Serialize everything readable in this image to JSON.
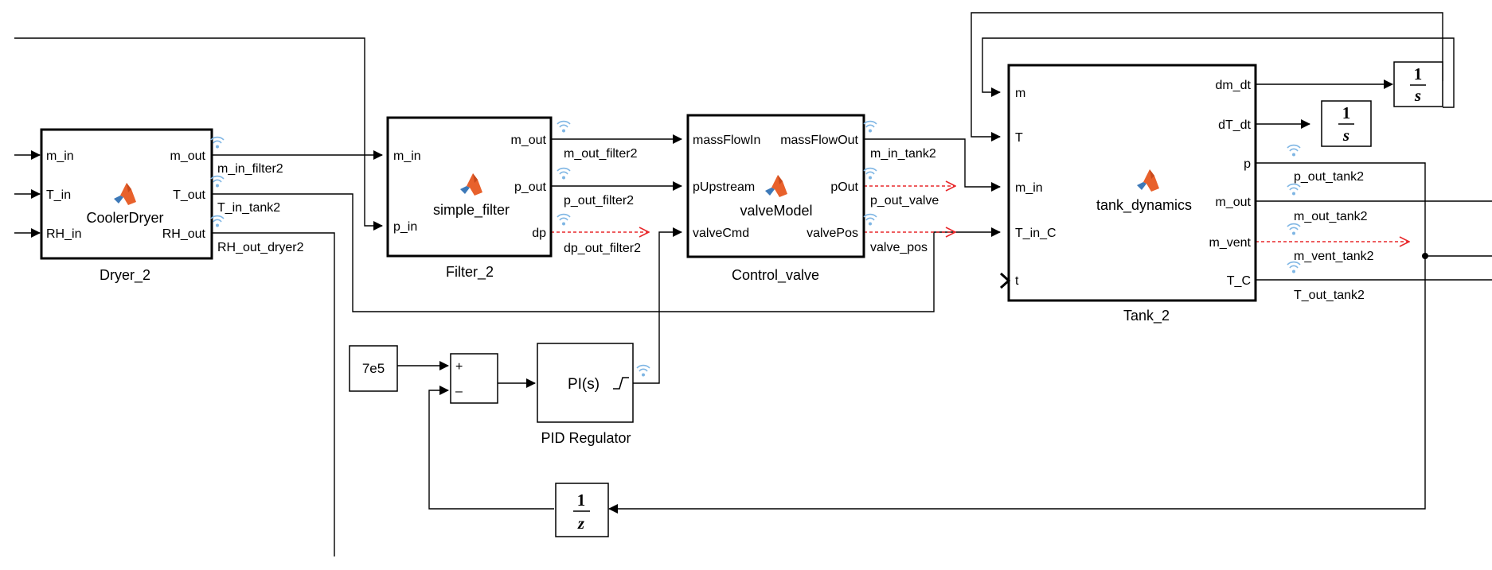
{
  "blocks": {
    "dryer": {
      "name": "Dryer_2",
      "func": "CoolerDryer",
      "inputs": [
        "m_in",
        "T_in",
        "RH_in"
      ],
      "outputs": [
        "m_out",
        "T_out",
        "RH_out"
      ]
    },
    "filter": {
      "name": "Filter_2",
      "func": "simple_filter",
      "inputs": [
        "m_in",
        "p_in"
      ],
      "outputs": [
        "m_out",
        "p_out",
        "dp"
      ]
    },
    "valve": {
      "name": "Control_valve",
      "func": "valveModel",
      "inputs": [
        "massFlowIn",
        "pUpstream",
        "valveCmd"
      ],
      "outputs": [
        "massFlowOut",
        "pOut",
        "valvePos"
      ]
    },
    "tank": {
      "name": "Tank_2",
      "func": "tank_dynamics",
      "inputs": [
        "m",
        "T",
        "m_in",
        "T_in_C",
        "t"
      ],
      "outputs": [
        "dm_dt",
        "dT_dt",
        "p",
        "m_out",
        "m_vent",
        "T_C"
      ]
    },
    "constant": {
      "value": "7e5"
    },
    "sum": {
      "plus": "+",
      "minus": "–"
    },
    "pid": {
      "name": "PID Regulator",
      "label": "PI(s)"
    },
    "integrator1": {
      "num": "1",
      "den": "s"
    },
    "integrator2": {
      "num": "1",
      "den": "s"
    },
    "delay": {
      "num": "1",
      "den": "z"
    }
  },
  "signals": {
    "m_in_filter2": "m_in_filter2",
    "T_in_tank2": "T_in_tank2",
    "RH_out_dryer2": "RH_out_dryer2",
    "m_out_filter2": "m_out_filter2",
    "p_out_filter2": "p_out_filter2",
    "dp_out_filter2": "dp_out_filter2",
    "m_in_tank2": "m_in_tank2",
    "p_out_valve": "p_out_valve",
    "valve_pos": "valve_pos",
    "p_out_tank2": "p_out_tank2",
    "m_out_tank2": "m_out_tank2",
    "m_vent_tank2": "m_vent_tank2",
    "T_out_tank2": "T_out_tank2"
  },
  "colors": {
    "wire": "#000000",
    "unconnected_signal": "#e8292c",
    "logging_icon": "#7fb6e4",
    "matlab_logo": [
      "#e8612c",
      "#3d79b8"
    ]
  },
  "icons": [
    "matlab-function-icon",
    "signal-logging-icon",
    "pi-step-icon"
  ]
}
